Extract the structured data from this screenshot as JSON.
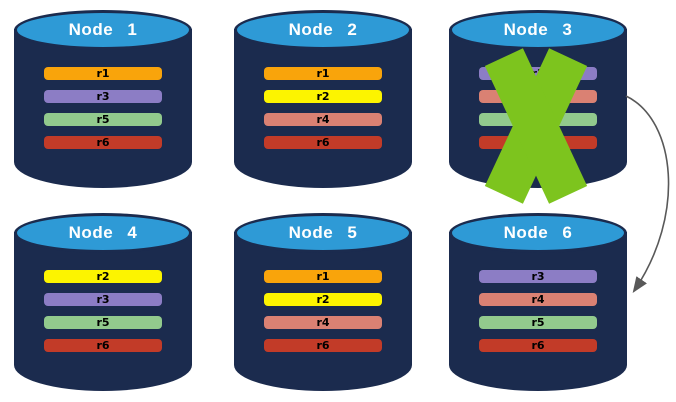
{
  "diagram": {
    "nodes": [
      {
        "label": "Node 1",
        "replicas": [
          "r1",
          "r3",
          "r5",
          "r6"
        ],
        "failed": false
      },
      {
        "label": "Node 2",
        "replicas": [
          "r1",
          "r2",
          "r4",
          "r6"
        ],
        "failed": false
      },
      {
        "label": "Node 3",
        "replicas": [
          "r3",
          "r4",
          "r5",
          "r6"
        ],
        "failed": true
      },
      {
        "label": "Node 4",
        "replicas": [
          "r2",
          "r3",
          "r5",
          "r6"
        ],
        "failed": false
      },
      {
        "label": "Node 5",
        "replicas": [
          "r1",
          "r2",
          "r4",
          "r6"
        ],
        "failed": false
      },
      {
        "label": "Node 6",
        "replicas": [
          "r3",
          "r4",
          "r5",
          "r6"
        ],
        "failed": false
      }
    ],
    "replica_colors": {
      "r1": "#F9A40B",
      "r2": "#FCF400",
      "r3": "#8C7DC5",
      "r4": "#DA8173",
      "r5": "#92CA8D",
      "r6": "#C23B28"
    },
    "colors": {
      "background": "#FFFFFF",
      "cylinder_body": "#1B2B4E",
      "cylinder_top": "#2E9AD6",
      "node_title_text": "#FFFFFF",
      "replica_label_text": "#000000",
      "failure_x": "#7DC41E",
      "arrow": "#595959"
    },
    "arrow": {
      "from": "Node 3",
      "to": "Node 6",
      "style": "curved"
    }
  }
}
